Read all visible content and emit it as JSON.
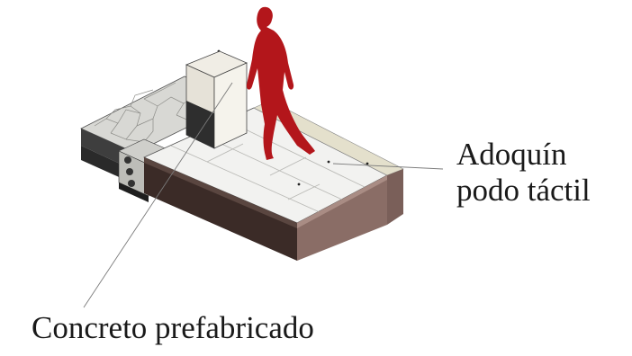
{
  "labels": {
    "tactile_paver_line1": "Adoquín",
    "tactile_paver_line2": "podo táctil",
    "precast_concrete": "Concreto prefabricado"
  },
  "colors": {
    "figure_red": "#b3161b",
    "slab_top": "#f1f1ef",
    "slab_front": "#3b2b27",
    "slab_side": "#8a6d66",
    "stone": "#d9d9d6",
    "bin": "#e8e4dc",
    "leader_line": "#7a7a7a"
  }
}
